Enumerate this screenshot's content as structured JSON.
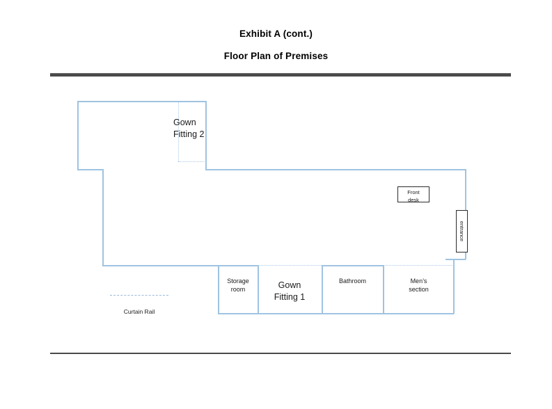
{
  "document": {
    "exhibit_title": "Exhibit A (cont.)",
    "plan_title": "Floor Plan of Premises"
  },
  "floorplan": {
    "rooms": [
      {
        "id": "gown-fitting-2",
        "label": "Gown\nFitting 2"
      },
      {
        "id": "storage-room",
        "label": "Storage\nroom"
      },
      {
        "id": "gown-fitting-1",
        "label": "Gown\nFitting 1"
      },
      {
        "id": "bathroom",
        "label": "Bathroom"
      },
      {
        "id": "mens-section",
        "label": "Men’s\nsection"
      }
    ],
    "fixtures": [
      {
        "id": "front-desk",
        "label": "Front\ndesk"
      },
      {
        "id": "entrance",
        "label": "entrance"
      },
      {
        "id": "curtain-rail",
        "label": "Curtain Rail"
      }
    ],
    "colors": {
      "wall": "#9fc3e0",
      "dotted_wall": "#a8c8e4",
      "box_border": "#2b2b2b",
      "rule": "#4a4a4a",
      "curtain_rail": "#9ab9dc"
    }
  }
}
